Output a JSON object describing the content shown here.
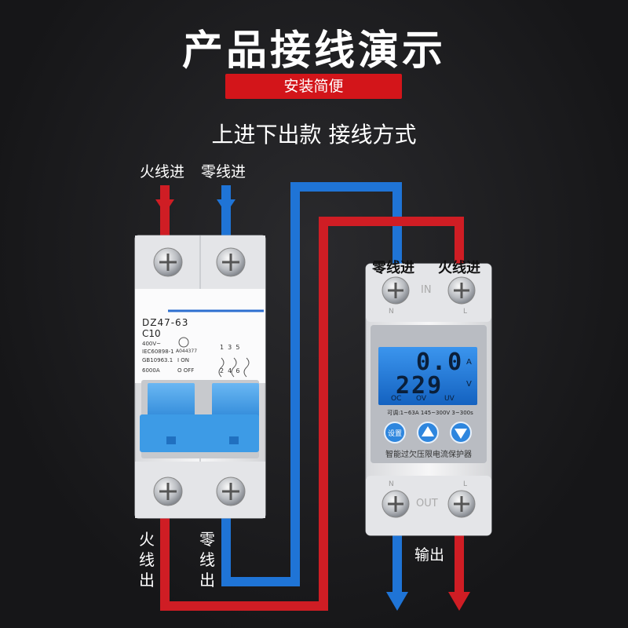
{
  "headline": "产品接线演示",
  "badge": "安装简便",
  "subtitle": "上进下出款 接线方式",
  "top_labels": {
    "live_in": "火线进",
    "neutral_in": "零线进"
  },
  "protector_labels": {
    "neutral_in": "零线进",
    "live_in": "火线进",
    "output": "输出"
  },
  "bottom_labels": {
    "live_out": "火线出",
    "neutral_out": "零线出"
  },
  "breaker": {
    "model": "DZ47-63",
    "rating": "C10",
    "voltage": "400V~",
    "std1": "IEC60898-1",
    "code": "A044377",
    "std2": "GB10963.1",
    "on_label": "I ON",
    "off_label": "O OFF",
    "capacity": "6000A",
    "terminal_top": "1  3  5",
    "terminal_bottom": "2  4  6"
  },
  "protector": {
    "current": "0.0",
    "current_unit": "A",
    "voltage": "229",
    "voltage_unit": "V",
    "flag_oc": "OC",
    "flag_ov": "OV",
    "flag_uv": "UV",
    "spec": "可调:1~63A 145~300V 3~300s",
    "set_button": "设置",
    "name": "智能过欠压限电流保护器",
    "top_n": "N",
    "top_in": "IN",
    "top_l": "L",
    "bot_n": "N",
    "bot_out": "OUT",
    "bot_l": "L"
  },
  "colors": {
    "live": "#cf1d24",
    "neutral": "#1f74d6",
    "handle": "#3d9be6",
    "lcd": "#1e7bd8"
  }
}
